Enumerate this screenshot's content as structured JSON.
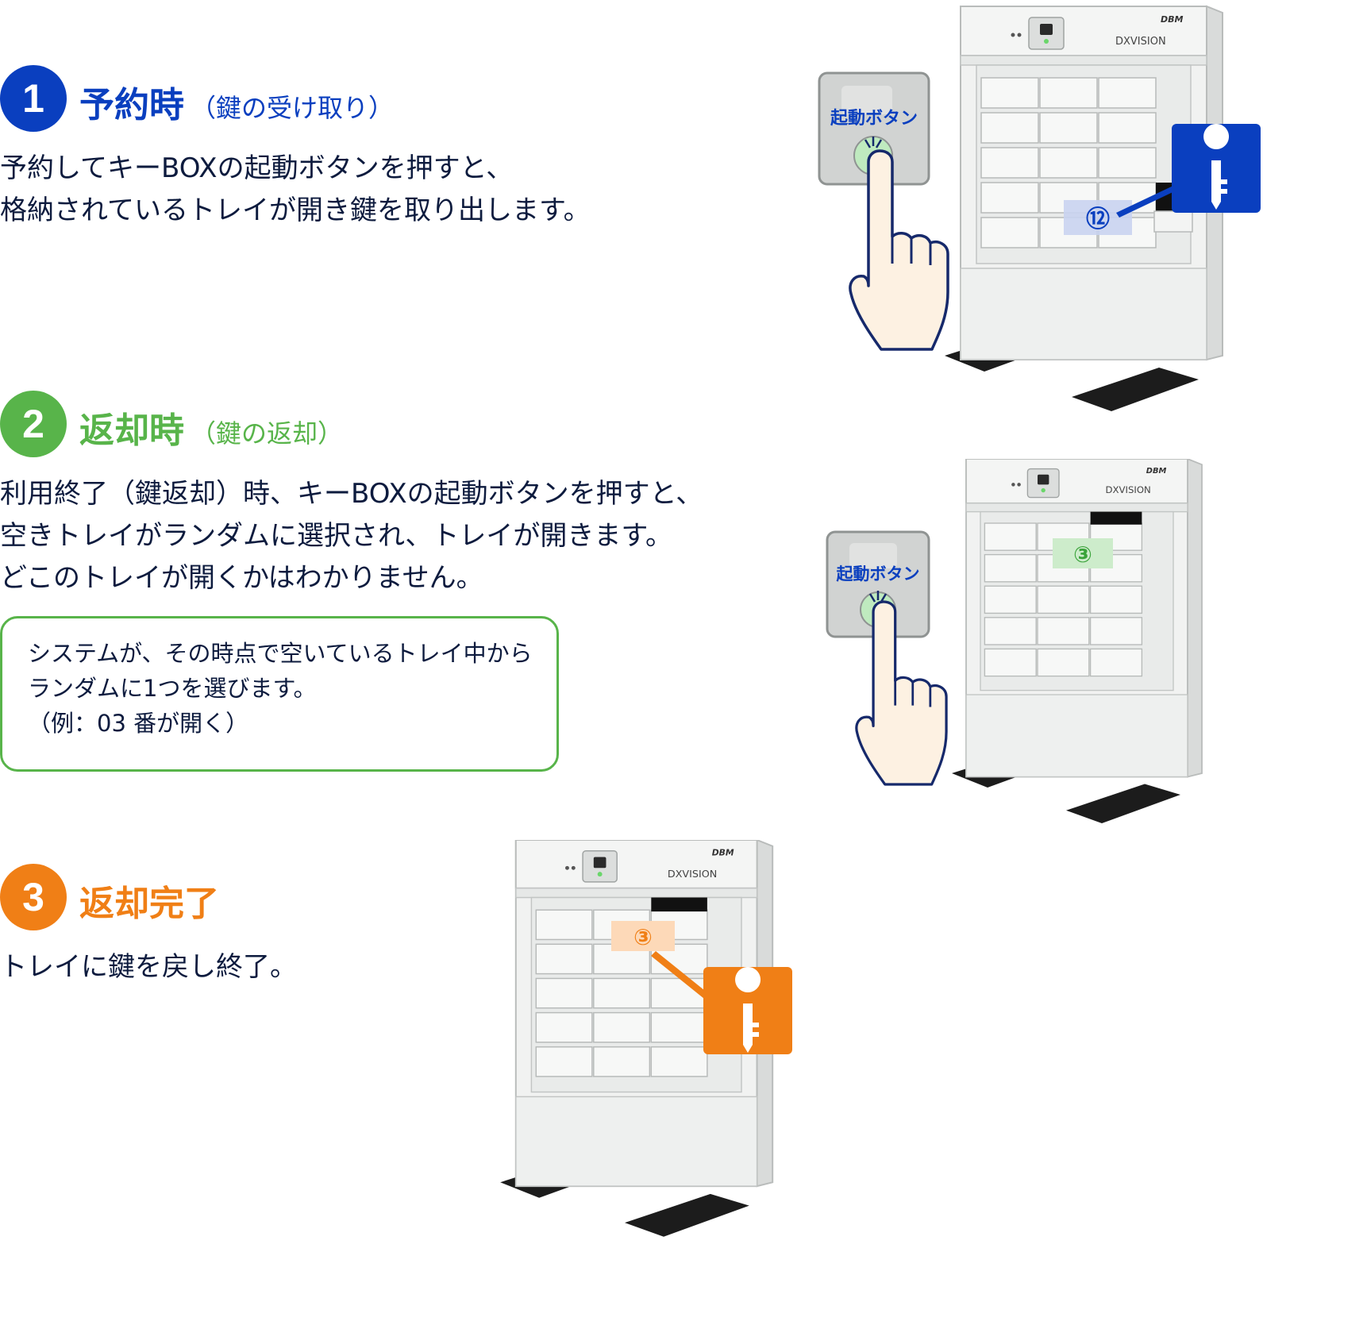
{
  "colors": {
    "step1": "#0a3fbf",
    "step2": "#58b44a",
    "step3": "#f07f16",
    "text": "#0d1b3e"
  },
  "steps": [
    {
      "number": "1",
      "title": "予約時",
      "subtitle": "（鍵の受け取り）",
      "lines": [
        "予約してキーBOXの起動ボタンを押すと、",
        "格納されているトレイが開き鍵を取り出します。"
      ]
    },
    {
      "number": "2",
      "title": "返却時",
      "subtitle": "（鍵の返却）",
      "lines": [
        "利用終了（鍵返却）時、キーBOXの起動ボタンを押すと、",
        "空きトレイがランダムに選択され、トレイが開きます。",
        "どこのトレイが開くかはわかりません。"
      ],
      "note": [
        "システムが、その時点で空いているトレイ中から",
        "ランダムに1つを選びます。",
        "（例：03 番が開く）"
      ]
    },
    {
      "number": "3",
      "title": "返却完了",
      "lines": [
        "トレイに鍵を戻し終了。"
      ]
    }
  ],
  "illustrations": {
    "start_button_label": "起動ボタン",
    "brand_label": "DXVISION",
    "logo_text": "DBM",
    "tray_12": "⑫",
    "tray_3": "③"
  }
}
